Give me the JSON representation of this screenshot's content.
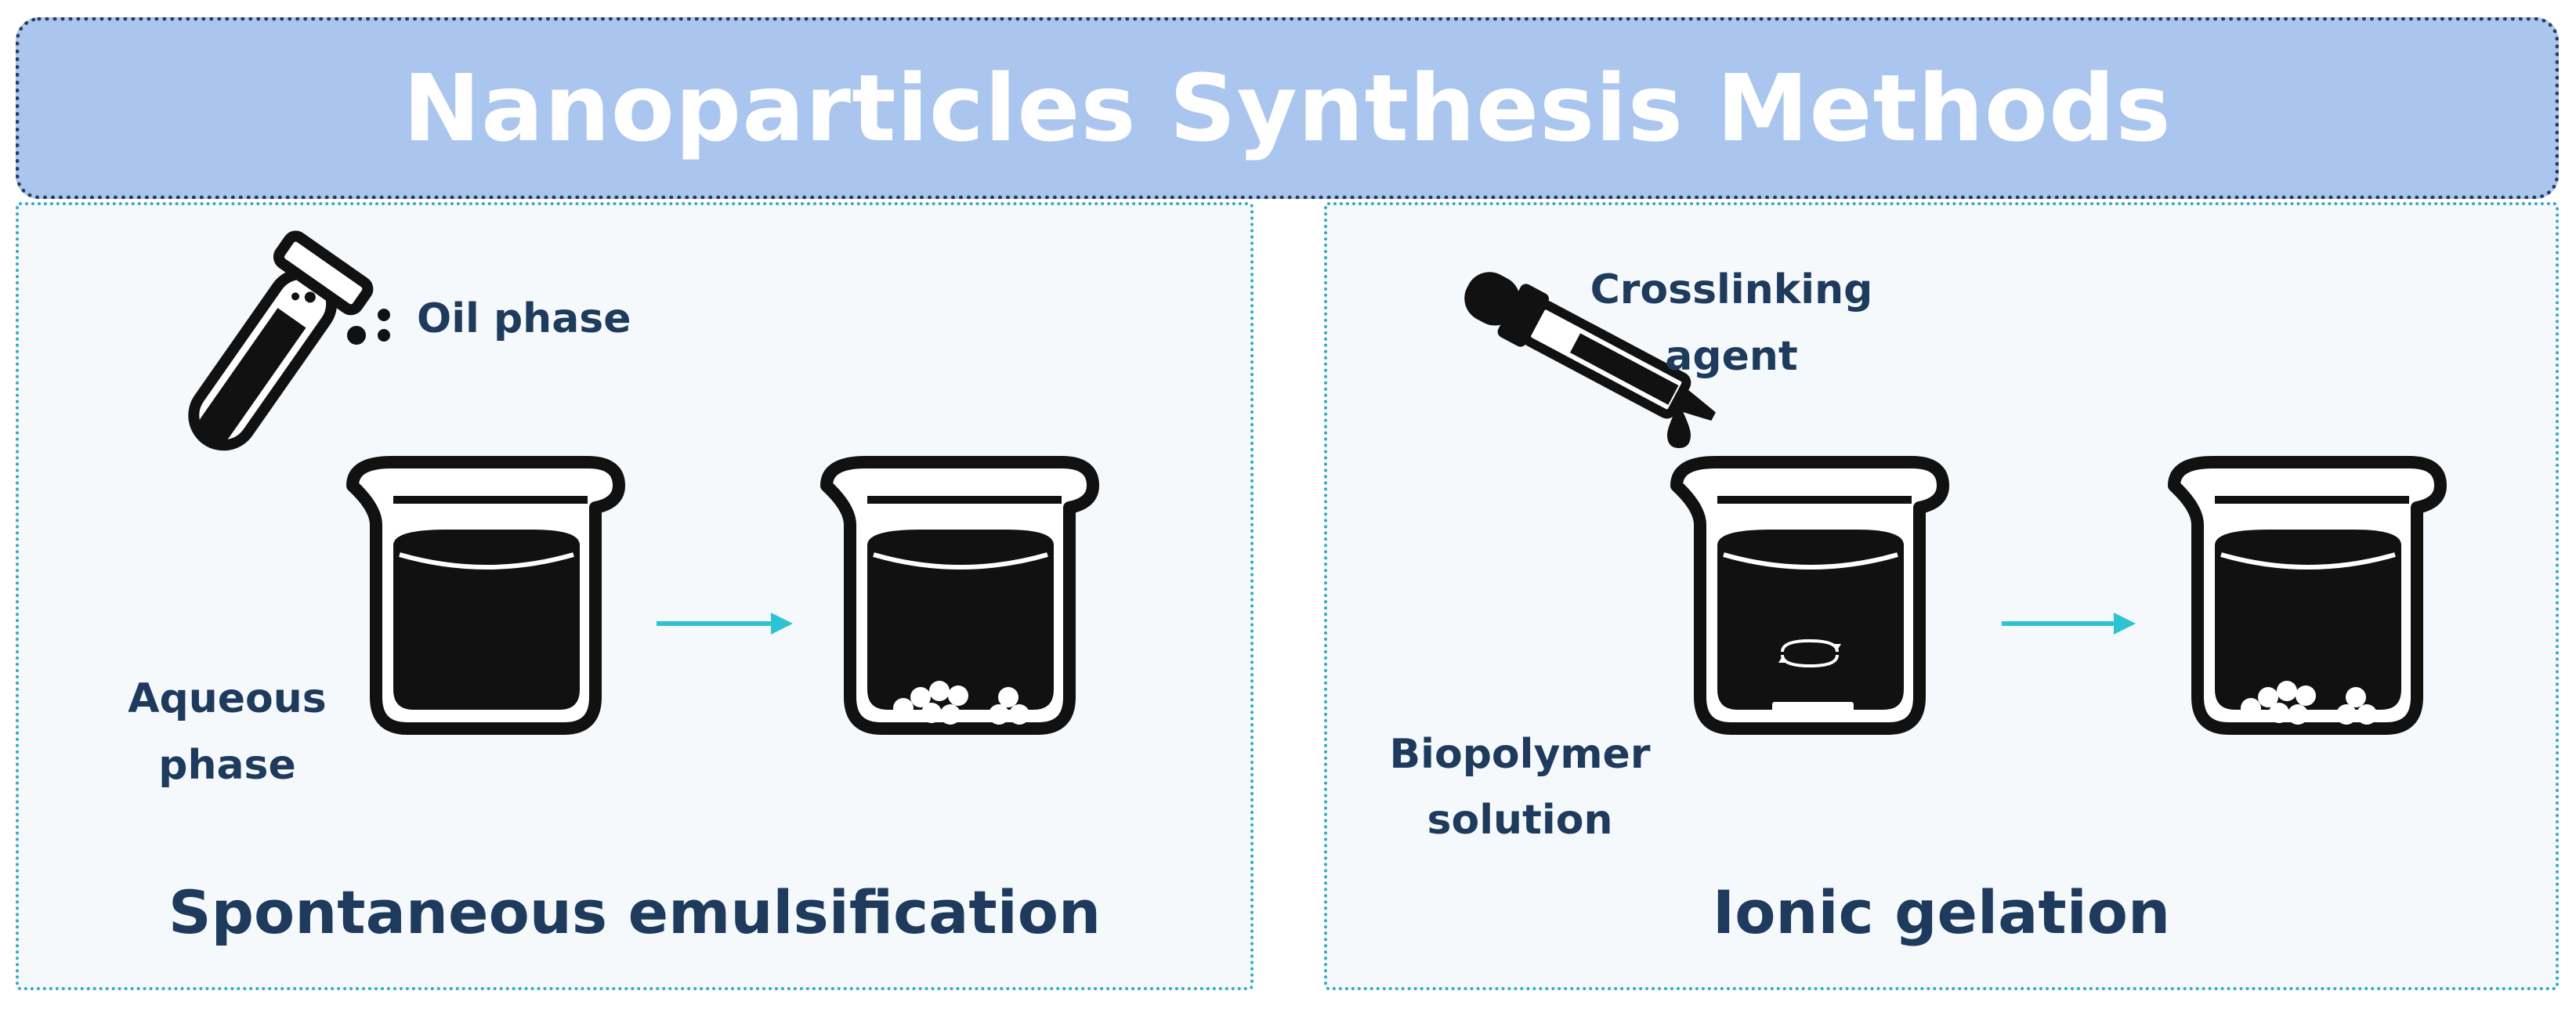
{
  "title": "Nanoparticles Synthesis Methods",
  "left_panel": {
    "method": "Spontaneous emulsification",
    "oil_label": "Oil phase",
    "aqueous_label_line1": "Aqueous",
    "aqueous_label_line2": "phase"
  },
  "right_panel": {
    "method": "Ionic gelation",
    "agent_label_line1": "Crosslinking",
    "agent_label_line2": "agent",
    "solution_label_line1": "Biopolymer",
    "solution_label_line2": "solution"
  },
  "colors": {
    "header_bg": "#aac5ee",
    "header_border": "#2a3d5c",
    "panel_border": "#33a9c4",
    "panel_bg": "#f5f9fc",
    "text": "#1e3a5c",
    "arrow": "#2ec3d3",
    "icon": "#111111"
  }
}
